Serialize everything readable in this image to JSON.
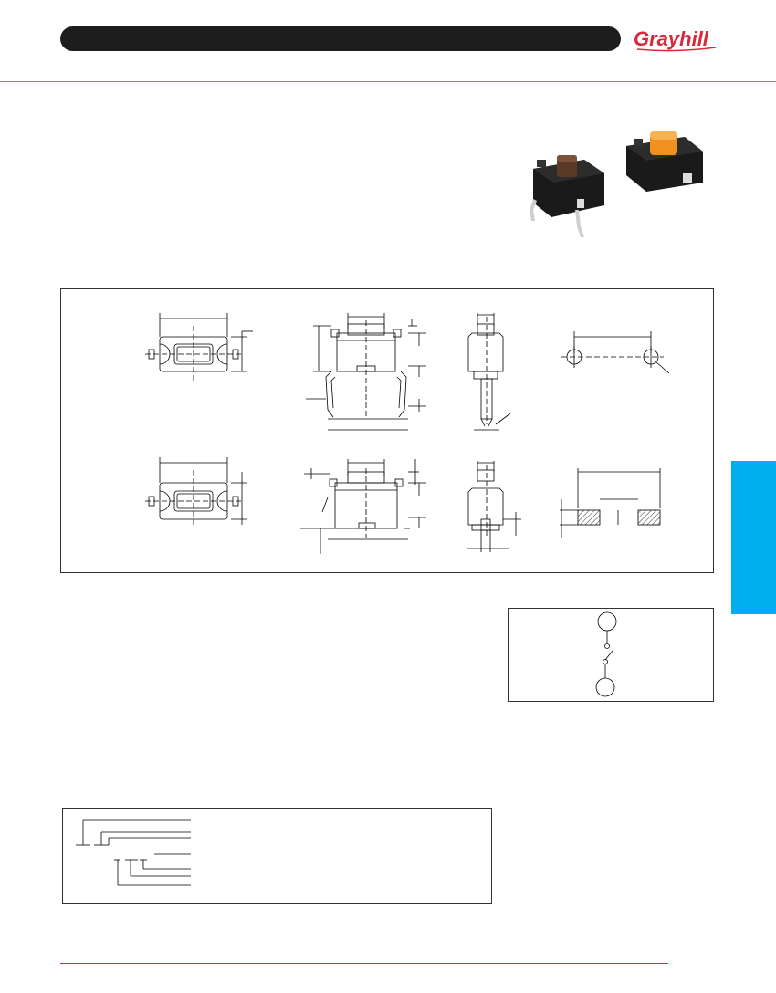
{
  "brand": {
    "logo_text": "Grayhill",
    "logo_color": "#d62a3a"
  },
  "colors": {
    "accent": "#2ea3e0",
    "tab": "#00aeef",
    "footer_rule": "#d62a3a",
    "header_bar": "#1d1d1d"
  },
  "photo": {
    "description_icons": [
      "brown-actuator-switch",
      "orange-actuator-switch"
    ]
  }
}
